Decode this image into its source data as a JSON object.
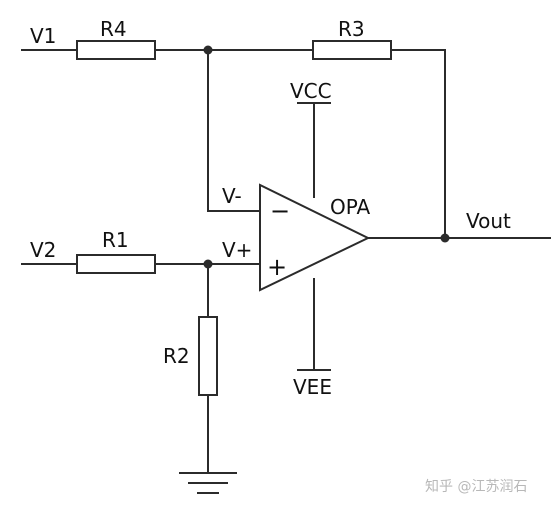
{
  "diagram": {
    "labels": {
      "v1": "V1",
      "v2": "V2",
      "r1": "R1",
      "r2": "R2",
      "r3": "R3",
      "r4": "R4",
      "vcc": "VCC",
      "vee": "VEE",
      "v_minus": "V-",
      "v_plus": "V+",
      "opa": "OPA",
      "vout": "Vout",
      "minus_sign": "−",
      "plus_sign": "+"
    },
    "watermark": "知乎 @江苏润石"
  }
}
